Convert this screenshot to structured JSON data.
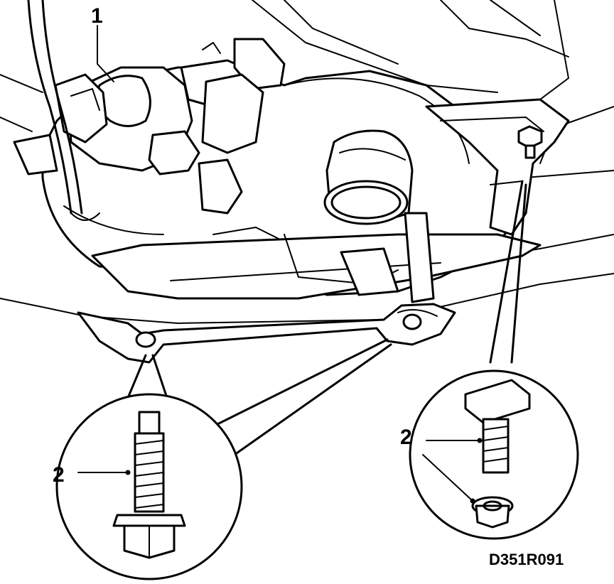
{
  "callouts": {
    "item_1": "1",
    "item_2_left": "2",
    "item_2_right": "2"
  },
  "figure_code": "D351R091"
}
